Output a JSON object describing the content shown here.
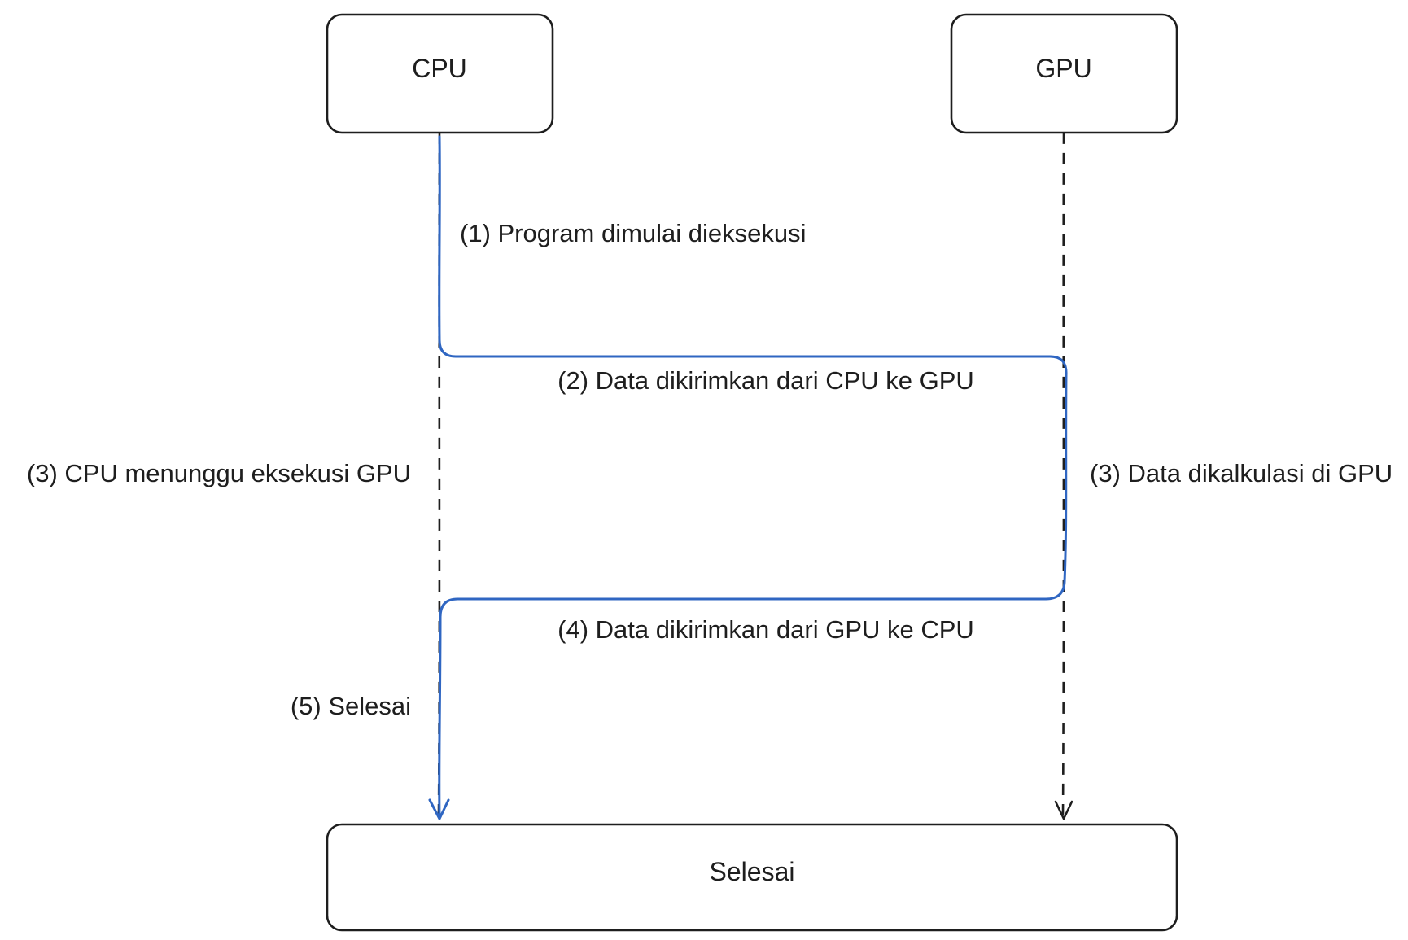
{
  "nodes": {
    "cpu": {
      "label": "CPU"
    },
    "gpu": {
      "label": "GPU"
    },
    "end": {
      "label": "Selesai"
    }
  },
  "edges": {
    "step1": {
      "label": "(1) Program dimulai dieksekusi"
    },
    "step2": {
      "label": "(2) Data dikirimkan dari CPU ke GPU"
    },
    "step3_cpu": {
      "label": "(3) CPU menunggu eksekusi GPU"
    },
    "step3_gpu": {
      "label": "(3) Data dikalkulasi di GPU"
    },
    "step4": {
      "label": "(4) Data dikirimkan dari GPU ke CPU"
    },
    "step5": {
      "label": "(5) Selesai"
    }
  },
  "colors": {
    "flow": "#2f66c2",
    "stroke": "#1e1e1e",
    "background": "#ffffff"
  }
}
